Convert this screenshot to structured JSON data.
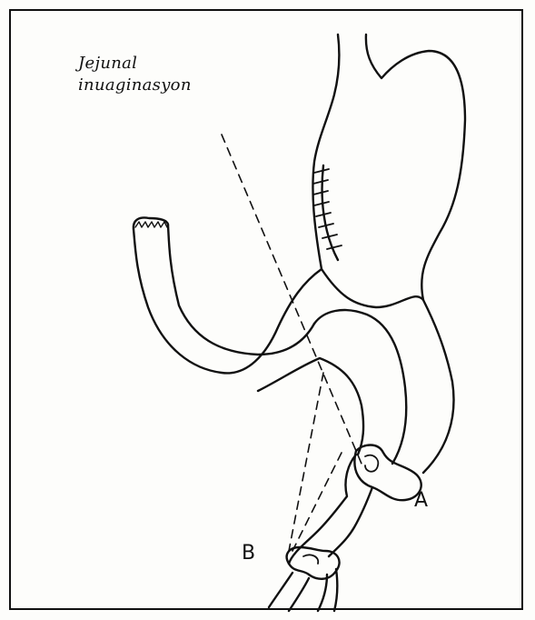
{
  "caption": {
    "line1": "Jejunal",
    "line2": "inuaginasyon"
  },
  "labels": {
    "a": "A",
    "b": "B"
  },
  "colors": {
    "ink": "#111111",
    "paper": "#fdfdfb"
  }
}
